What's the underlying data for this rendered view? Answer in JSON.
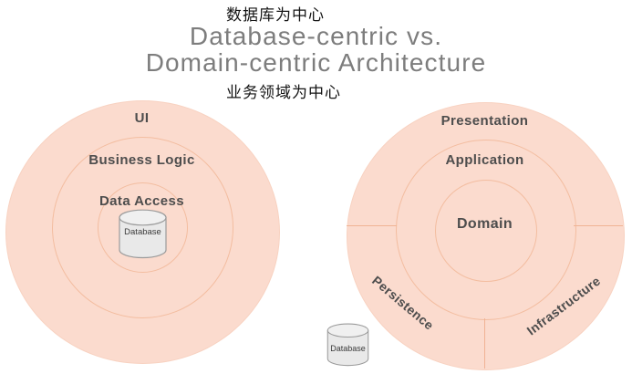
{
  "header": {
    "zh_top_label": "数据库为中心",
    "title_line1": "Database-centric vs.",
    "title_line2": "Domain-centric Architecture",
    "zh_bottom_label": "业务领域为中心"
  },
  "left_diagram": {
    "name": "database-centric-architecture",
    "layers": [
      {
        "label": "UI"
      },
      {
        "label": "Business Logic"
      },
      {
        "label": "Data Access"
      }
    ],
    "database_label": "Database"
  },
  "right_diagram": {
    "name": "domain-centric-architecture",
    "layers": [
      {
        "label": "Presentation"
      },
      {
        "label": "Application"
      },
      {
        "label": "Domain"
      }
    ],
    "outer_sectors": [
      {
        "label": "Persistence"
      },
      {
        "label": "Infrastructure"
      }
    ],
    "database_label": "Database"
  },
  "colors": {
    "circle_fill": "#fbdbce",
    "ring_line": "#f3bda0",
    "divider_line": "#f0b394",
    "title_text": "#7d7d7d",
    "layer_label_text": "#4d4d4d",
    "chinese_text": "#141414",
    "cylinder_fill": "#e9e9e9",
    "cylinder_top_fill": "#f0f0f0",
    "cylinder_stroke": "#9b9b9b"
  }
}
